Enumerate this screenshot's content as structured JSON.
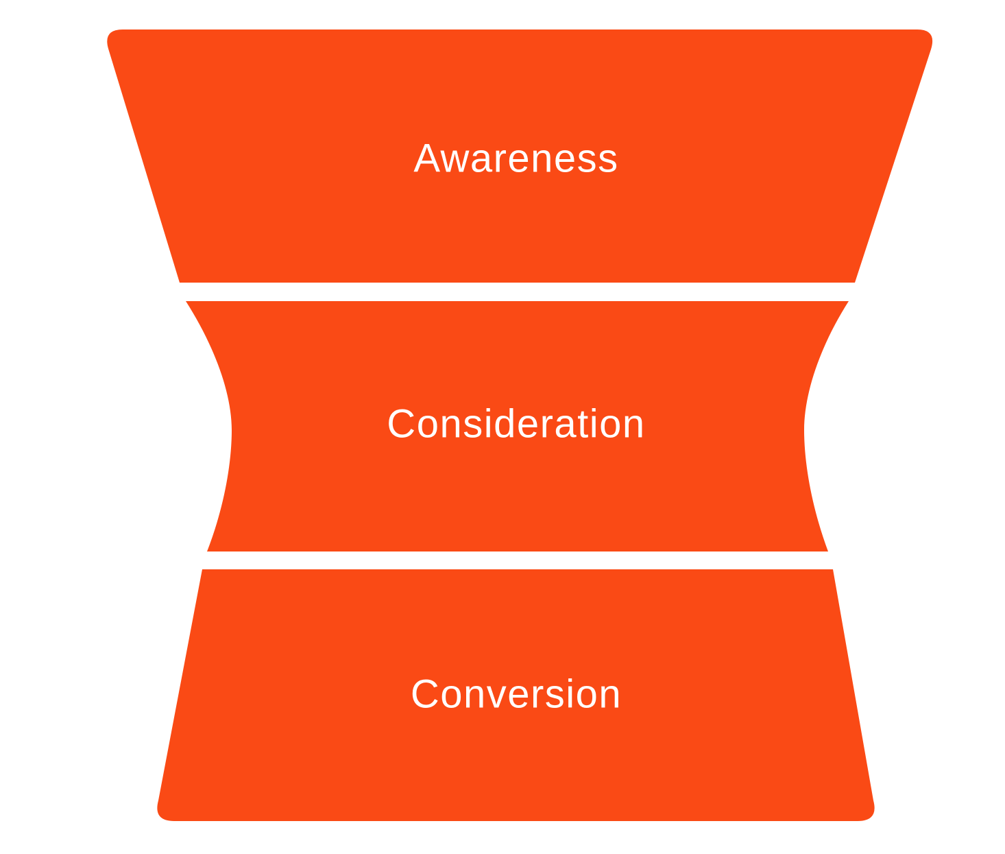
{
  "funnel": {
    "color": "#FA4A15",
    "text_color": "#FFFFFF",
    "background_color": "#FFFFFF",
    "stages": [
      {
        "label": "Awareness"
      },
      {
        "label": "Consideration"
      },
      {
        "label": "Conversion"
      }
    ]
  }
}
